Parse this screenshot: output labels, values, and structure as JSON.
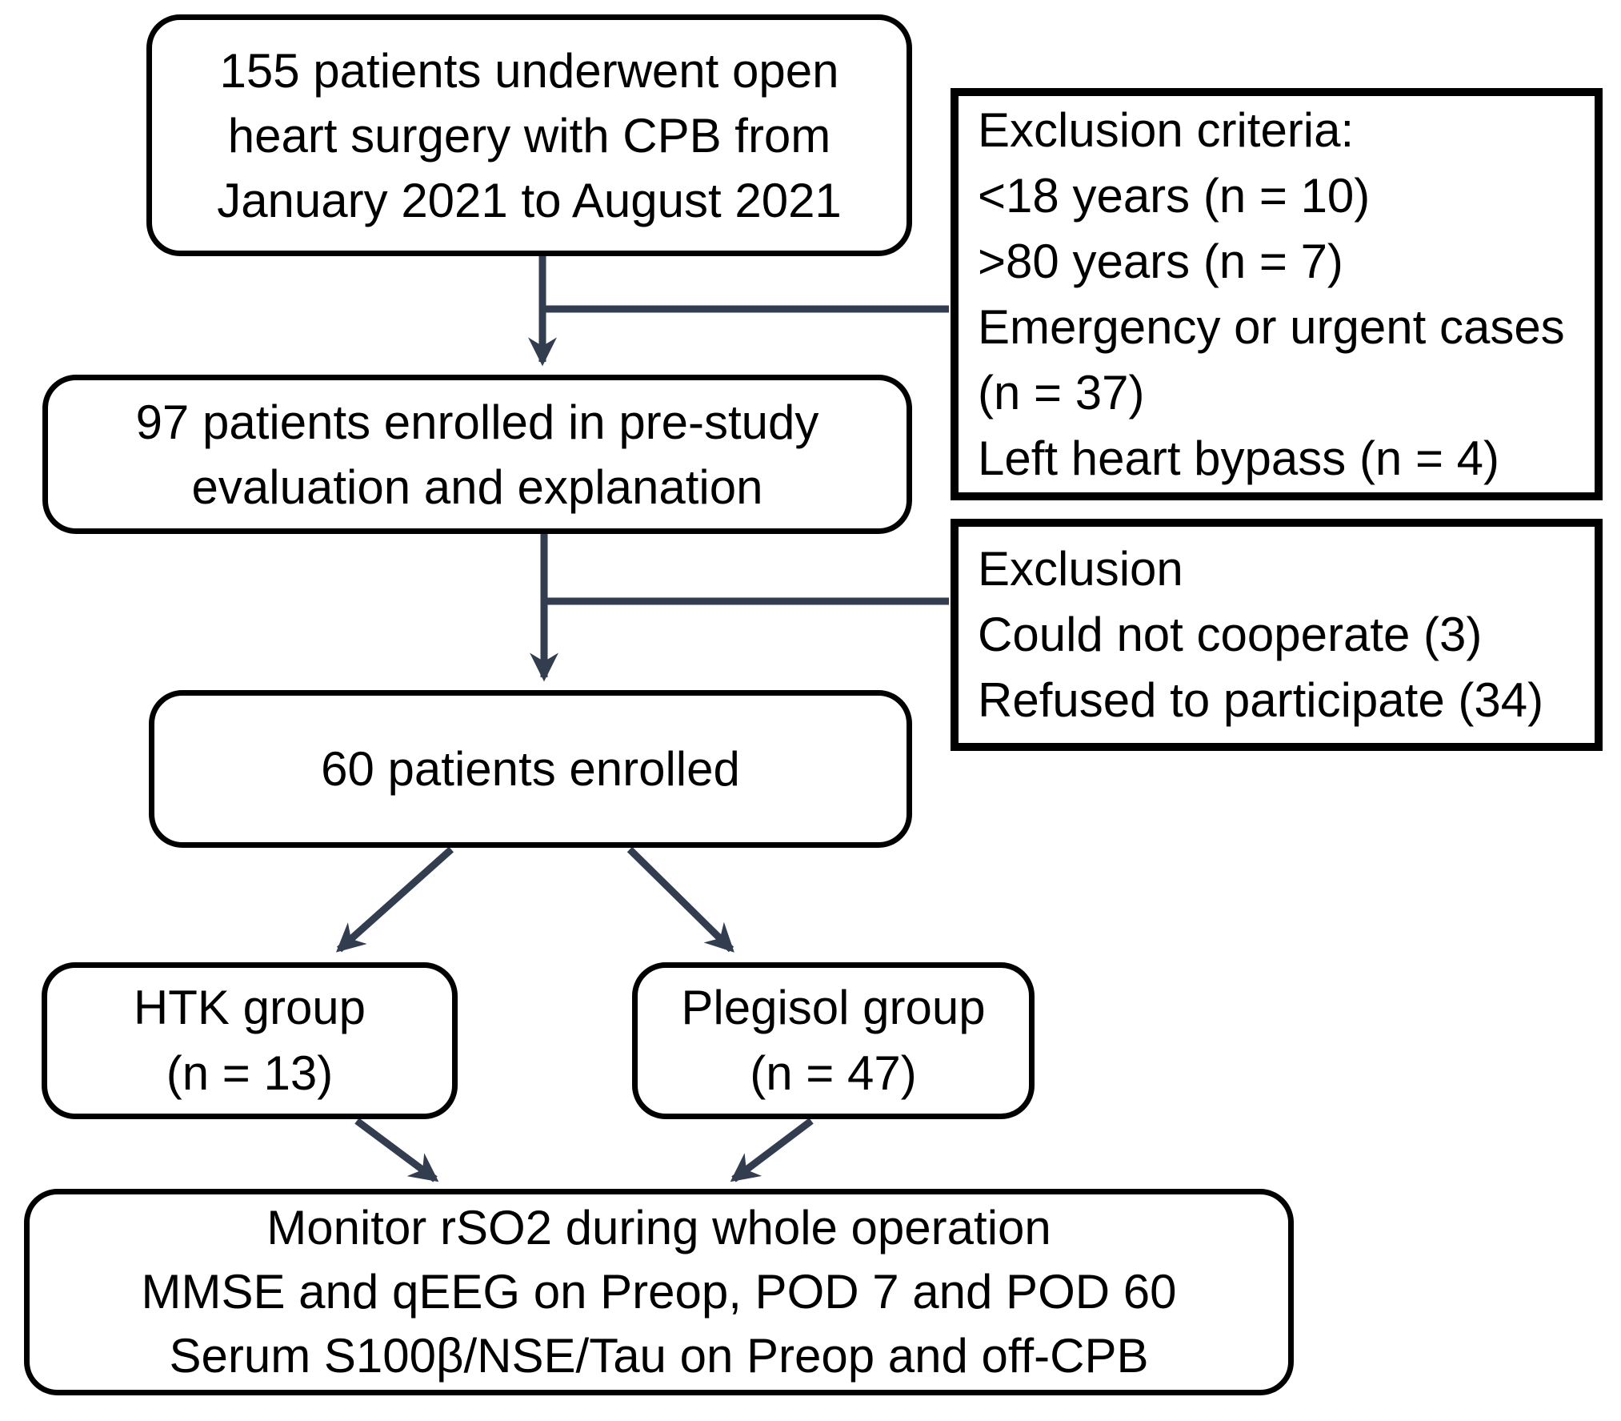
{
  "diagram": {
    "colors": {
      "background": "#ffffff",
      "box_border": "#000000",
      "connector": "#323d4f",
      "text": "#000000"
    },
    "boxes": {
      "initial": {
        "lines": [
          "155 patients underwent open",
          "heart surgery with CPB from",
          "January 2021 to August 2021"
        ]
      },
      "exclusion1": {
        "lines": [
          "Exclusion criteria:",
          "<18 years (n = 10)",
          ">80 years (n = 7)",
          "Emergency or urgent cases",
          "(n = 37)",
          "Left heart bypass (n = 4)"
        ]
      },
      "prestudy": {
        "lines": [
          "97 patients enrolled in pre-study",
          "evaluation and explanation"
        ]
      },
      "exclusion2": {
        "lines": [
          "Exclusion",
          "Could not cooperate (3)",
          "Refused to participate (34)"
        ]
      },
      "enrolled": {
        "lines": [
          "60 patients enrolled"
        ]
      },
      "htk": {
        "lines": [
          "HTK group",
          "(n = 13)"
        ]
      },
      "plegisol": {
        "lines": [
          "Plegisol group",
          "(n = 47)"
        ]
      },
      "outcome": {
        "lines": [
          "Monitor rSO2 during whole operation",
          "MMSE and qEEG on Preop, POD 7 and POD 60",
          "Serum S100β/NSE/Tau on Preop and off-CPB"
        ]
      }
    }
  }
}
